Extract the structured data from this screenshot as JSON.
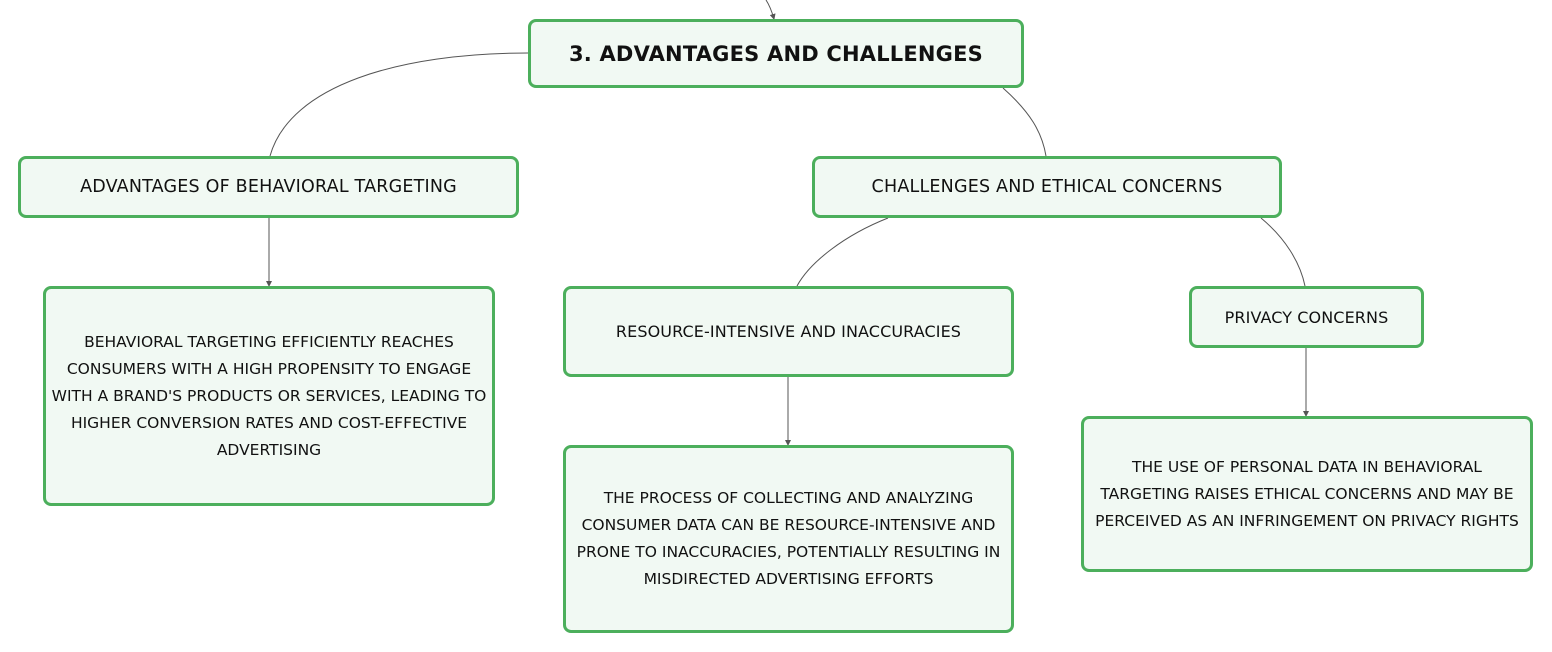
{
  "colors": {
    "node_border": "#4caf5c",
    "node_fill": "#f1f9f3",
    "connector": "#555555",
    "text": "#111111"
  },
  "mindmap": {
    "root": {
      "label": "3. ADVANTAGES AND CHALLENGES"
    },
    "advantages": {
      "label": "ADVANTAGES OF BEHAVIORAL TARGETING",
      "detail": "BEHAVIORAL TARGETING EFFICIENTLY REACHES CONSUMERS WITH A HIGH PROPENSITY TO ENGAGE WITH A BRAND'S PRODUCTS OR SERVICES, LEADING TO HIGHER CONVERSION RATES AND COST-EFFECTIVE ADVERTISING"
    },
    "challenges": {
      "label": "CHALLENGES AND ETHICAL CONCERNS",
      "resource": {
        "label": "RESOURCE-INTENSIVE AND INACCURACIES",
        "detail": "THE PROCESS OF COLLECTING AND ANALYZING CONSUMER DATA CAN BE RESOURCE-INTENSIVE AND PRONE TO INACCURACIES, POTENTIALLY RESULTING IN MISDIRECTED ADVERTISING EFFORTS"
      },
      "privacy": {
        "label": "PRIVACY CONCERNS",
        "detail": "THE USE OF PERSONAL DATA IN BEHAVIORAL TARGETING RAISES ETHICAL CONCERNS AND MAY BE PERCEIVED AS AN INFRINGEMENT ON PRIVACY RIGHTS"
      }
    }
  }
}
